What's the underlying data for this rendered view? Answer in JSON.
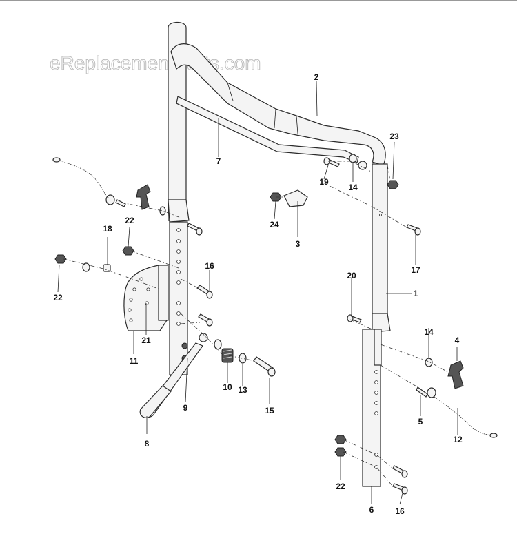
{
  "watermark": "eReplacementParts.com",
  "labels": {
    "p1": "1",
    "p2": "2",
    "p3": "3",
    "p4": "4",
    "p5": "5",
    "p6": "6",
    "p7": "7",
    "p8": "8",
    "p9": "9",
    "p10": "10",
    "p11": "11",
    "p12": "12",
    "p13": "13",
    "p14a": "14",
    "p14b": "14",
    "p15": "15",
    "p16a": "16",
    "p16b": "16",
    "p17": "17",
    "p18": "18",
    "p19": "19",
    "p20": "20",
    "p21": "21",
    "p22a": "22",
    "p22b": "22",
    "p22c": "22",
    "p23": "23",
    "p24": "24"
  }
}
